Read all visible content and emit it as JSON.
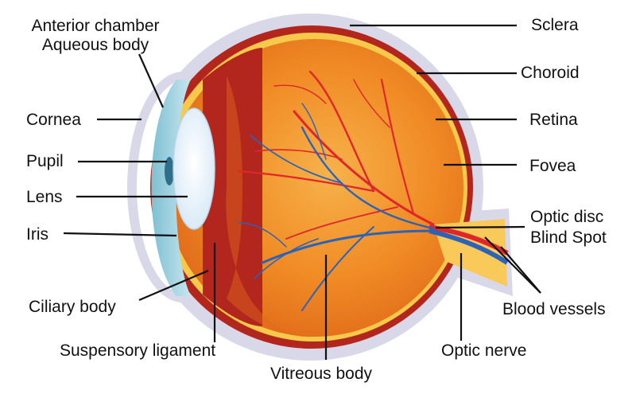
{
  "labels": {
    "anterior_chamber": "Anterior chamber",
    "aqueous_body": "Aqueous body",
    "cornea": "Cornea",
    "pupil": "Pupil",
    "lens": "Lens",
    "iris": "Iris",
    "ciliary_body": "Ciliary body",
    "suspensory_ligament": "Suspensory ligament",
    "vitreous_body": "Vitreous body",
    "sclera": "Sclera",
    "choroid": "Choroid",
    "retina": "Retina",
    "fovea": "Fovea",
    "optic_disc": "Optic disc",
    "blind_spot": "Blind Spot",
    "blood_vessels": "Blood vessels",
    "optic_nerve": "Optic nerve"
  },
  "colors": {
    "sclera": "#d9d8e8",
    "choroid": "#b3261e",
    "retina": "#f7c94a",
    "vitreous": "#f08a24",
    "cornea": "#9fd3e0",
    "lens": "#e8f2fb",
    "pupil": "#2f6f8a",
    "optic_nerve": "#f9c95a",
    "artery": "#e0262a",
    "vein": "#2b63b8",
    "leader_line": "#111111"
  }
}
